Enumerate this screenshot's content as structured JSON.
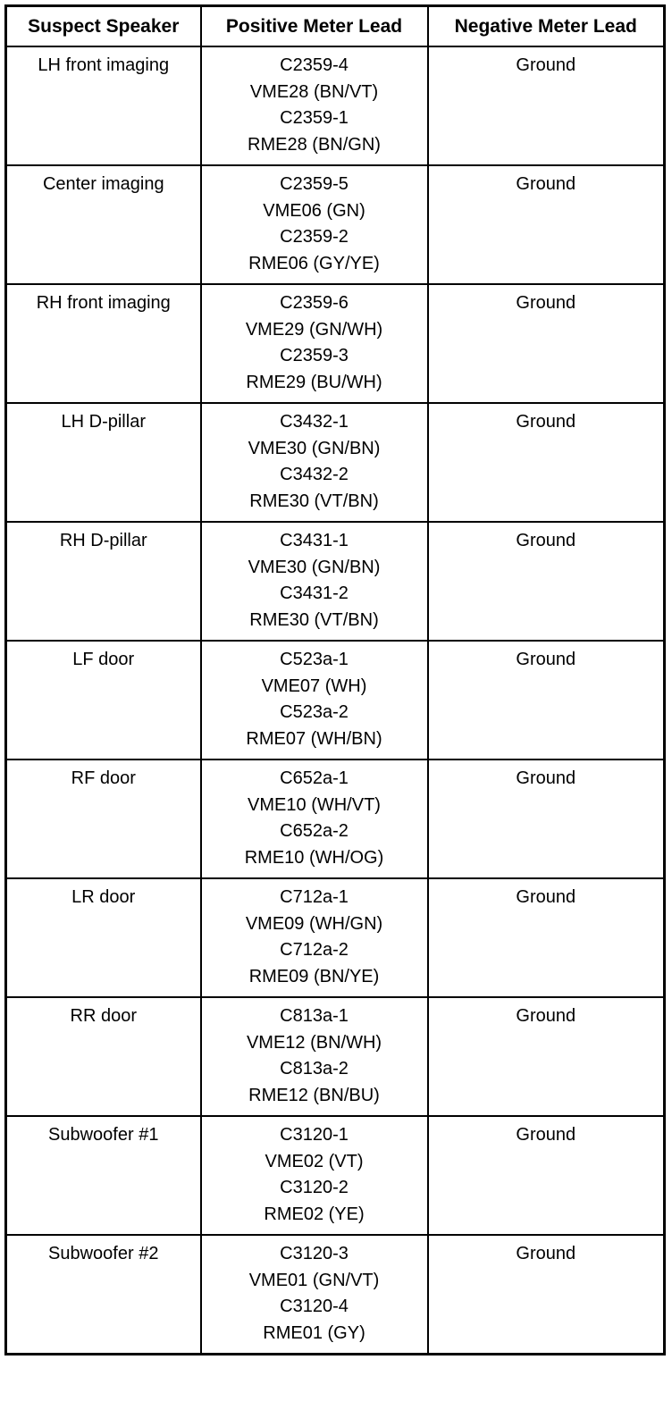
{
  "table": {
    "headers": [
      "Suspect Speaker",
      "Positive Meter Lead",
      "Negative Meter Lead"
    ],
    "rows": [
      {
        "speaker": "LH front imaging",
        "positive": [
          "C2359-4",
          "VME28 (BN/VT)",
          "C2359-1",
          "RME28 (BN/GN)"
        ],
        "negative": "Ground"
      },
      {
        "speaker": "Center imaging",
        "positive": [
          "C2359-5",
          "VME06 (GN)",
          "C2359-2",
          "RME06 (GY/YE)"
        ],
        "negative": "Ground"
      },
      {
        "speaker": "RH front imaging",
        "positive": [
          "C2359-6",
          "VME29 (GN/WH)",
          "C2359-3",
          "RME29 (BU/WH)"
        ],
        "negative": "Ground"
      },
      {
        "speaker": "LH D-pillar",
        "positive": [
          "C3432-1",
          "VME30 (GN/BN)",
          "C3432-2",
          "RME30 (VT/BN)"
        ],
        "negative": "Ground"
      },
      {
        "speaker": "RH D-pillar",
        "positive": [
          "C3431-1",
          "VME30 (GN/BN)",
          "C3431-2",
          "RME30 (VT/BN)"
        ],
        "negative": "Ground"
      },
      {
        "speaker": "LF door",
        "positive": [
          "C523a-1",
          "VME07 (WH)",
          "C523a-2",
          "RME07 (WH/BN)"
        ],
        "negative": "Ground"
      },
      {
        "speaker": "RF door",
        "positive": [
          "C652a-1",
          "VME10 (WH/VT)",
          "C652a-2",
          "RME10 (WH/OG)"
        ],
        "negative": "Ground"
      },
      {
        "speaker": "LR door",
        "positive": [
          "C712a-1",
          "VME09 (WH/GN)",
          "C712a-2",
          "RME09 (BN/YE)"
        ],
        "negative": "Ground"
      },
      {
        "speaker": "RR door",
        "positive": [
          "C813a-1",
          "VME12 (BN/WH)",
          "C813a-2",
          "RME12 (BN/BU)"
        ],
        "negative": "Ground"
      },
      {
        "speaker": "Subwoofer #1",
        "positive": [
          "C3120-1",
          "VME02 (VT)",
          "C3120-2",
          "RME02 (YE)"
        ],
        "negative": "Ground"
      },
      {
        "speaker": "Subwoofer #2",
        "positive": [
          "C3120-3",
          "VME01 (GN/VT)",
          "C3120-4",
          "RME01 (GY)"
        ],
        "negative": "Ground"
      }
    ]
  }
}
